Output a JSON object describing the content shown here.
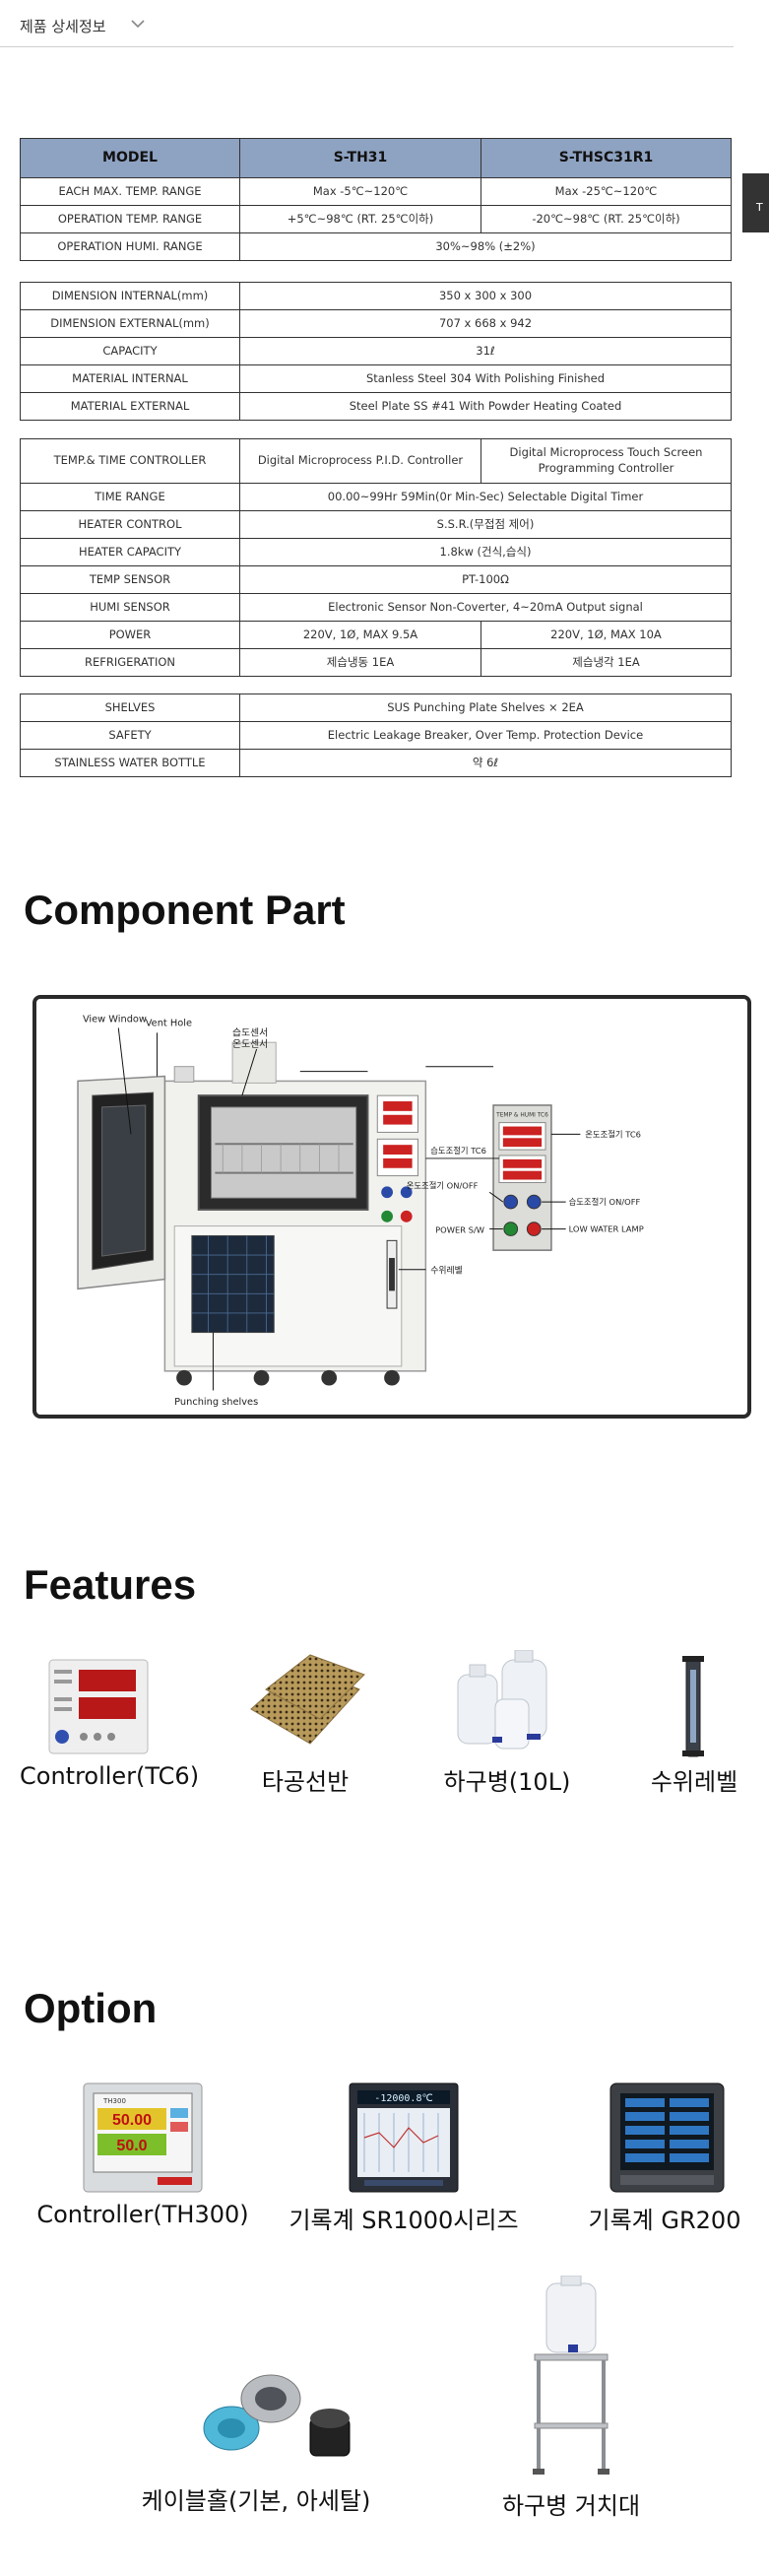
{
  "top_tab": {
    "label": "제품 상세정보"
  },
  "side_tab": {
    "label": "T"
  },
  "spec": {
    "headers": [
      "MODEL",
      "S-TH31",
      "S-THSC31R1"
    ],
    "group1": [
      {
        "label": "EACH MAX. TEMP. RANGE",
        "a": "Max -5℃~120℃",
        "b": "Max -25℃~120℃"
      },
      {
        "label": "OPERATION TEMP. RANGE",
        "a": "+5℃~98℃ (RT. 25℃이하)",
        "b": "-20℃~98℃ (RT. 25℃이하)"
      },
      {
        "label": "OPERATION HUMI. RANGE",
        "v": "30%~98% (±2%)"
      }
    ],
    "group2": [
      {
        "label": "DIMENSION INTERNAL(mm)",
        "v": "350 x 300 x 300"
      },
      {
        "label": "DIMENSION EXTERNAL(mm)",
        "v": "707 x 668 x 942"
      },
      {
        "label": "CAPACITY",
        "v": "31ℓ"
      },
      {
        "label": "MATERIAL INTERNAL",
        "v": "Stanless Steel 304 With Polishing Finished"
      },
      {
        "label": "MATERIAL EXTERNAL",
        "v": "Steel Plate SS #41 With Powder Heating Coated"
      }
    ],
    "group3": [
      {
        "label": "TEMP.& TIME CONTROLLER",
        "a": "Digital Microprocess P.I.D. Controller",
        "b": "Digital Microprocess Touch Screen Programming Controller"
      },
      {
        "label": "TIME RANGE",
        "v": "00.00~99Hr 59Min(0r Min-Sec) Selectable Digital Timer"
      },
      {
        "label": "HEATER CONTROL",
        "v": "S.S.R.(무접점 제어)"
      },
      {
        "label": "HEATER CAPACITY",
        "v": "1.8kw (건식,습식)"
      },
      {
        "label": "TEMP SENSOR",
        "v": "PT-100Ω"
      },
      {
        "label": "HUMI SENSOR",
        "v": "Electronic Sensor Non-Coverter, 4~20mA Output signal"
      },
      {
        "label": "POWER",
        "a": "220V, 1Ø, MAX 9.5A",
        "b": "220V, 1Ø, MAX 10A"
      },
      {
        "label": "REFRIGERATION",
        "a": "제습냉동 1EA",
        "b": "제습냉각 1EA"
      }
    ],
    "group4": [
      {
        "label": "SHELVES",
        "v": "SUS Punching Plate Shelves × 2EA"
      },
      {
        "label": "SAFETY",
        "v": "Electric Leakage Breaker, Over Temp. Protection Device"
      },
      {
        "label": "STAINLESS WATER BOTTLE",
        "v": "약 6ℓ"
      }
    ]
  },
  "component": {
    "title": "Component Part",
    "labels": {
      "view_window": "View Window",
      "vent_hole": "Vent Hole",
      "humi_sensor": "습도센서",
      "temp_sensor": "온도센서",
      "temp_ctrl": "온도조절기 TC6",
      "humi_ctrl": "습도조절기 TC6",
      "temp_ctrl_onoff": "온도조절기 ON/OFF",
      "humi_ctrl_onoff": "습도조절기 ON/OFF",
      "power_sw": "POWER S/W",
      "low_water": "LOW WATER LAMP",
      "water_level": "수위레벨",
      "punching": "Punching shelves",
      "panel_title": "TEMP & HUMI TC6"
    }
  },
  "features": {
    "title": "Features",
    "items": [
      {
        "label": "Controller(TC6)",
        "icon": "controller-tc6-icon"
      },
      {
        "label": "타공선반",
        "icon": "punched-shelf-icon"
      },
      {
        "label": "하구병(10L)",
        "icon": "water-bottle-icon"
      },
      {
        "label": "수위레벨",
        "icon": "water-level-gauge-icon"
      }
    ]
  },
  "option": {
    "title": "Option",
    "items": [
      {
        "label": "Controller(TH300)",
        "icon": "controller-th300-icon",
        "screen_top": "50.00",
        "screen_bottom": "50.0",
        "brand": "TH300"
      },
      {
        "label": "기록계 SR1000시리즈",
        "icon": "recorder-sr1000-icon",
        "screen_text": "-12000.8℃"
      },
      {
        "label": "기록계 GR200",
        "icon": "recorder-gr200-icon"
      },
      {
        "label": "케이블홀(기본, 아세탈)",
        "icon": "cable-hole-icon"
      },
      {
        "label": "하구병 거치대",
        "icon": "bottle-stand-icon"
      }
    ]
  }
}
